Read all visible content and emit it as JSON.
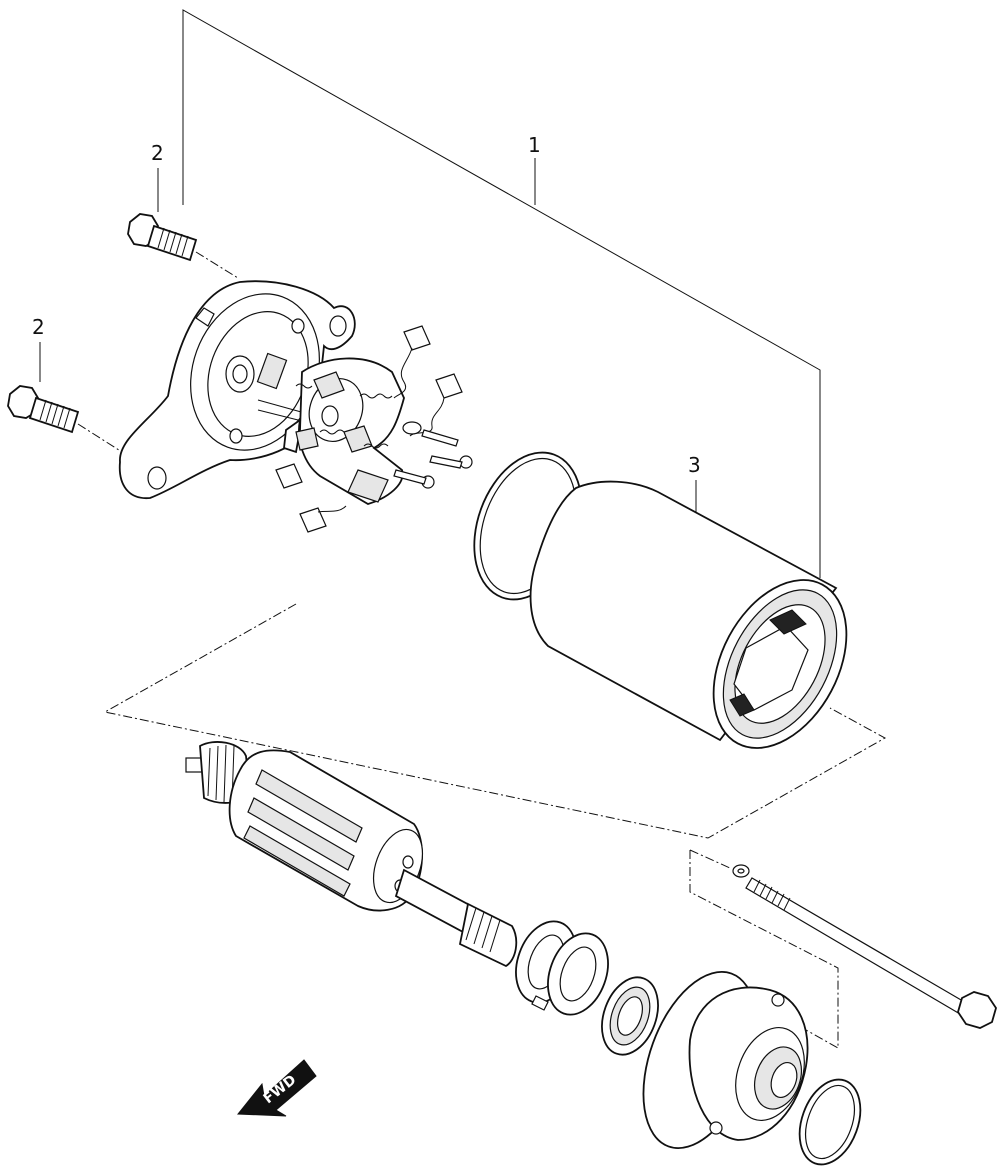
{
  "diagram": {
    "callouts": {
      "assembly": "1",
      "bolt_upper": "2",
      "bolt_lower": "2",
      "yoke": "3"
    },
    "direction_arrow": {
      "text": "FWD",
      "icon": "fwd-arrow-icon"
    }
  }
}
